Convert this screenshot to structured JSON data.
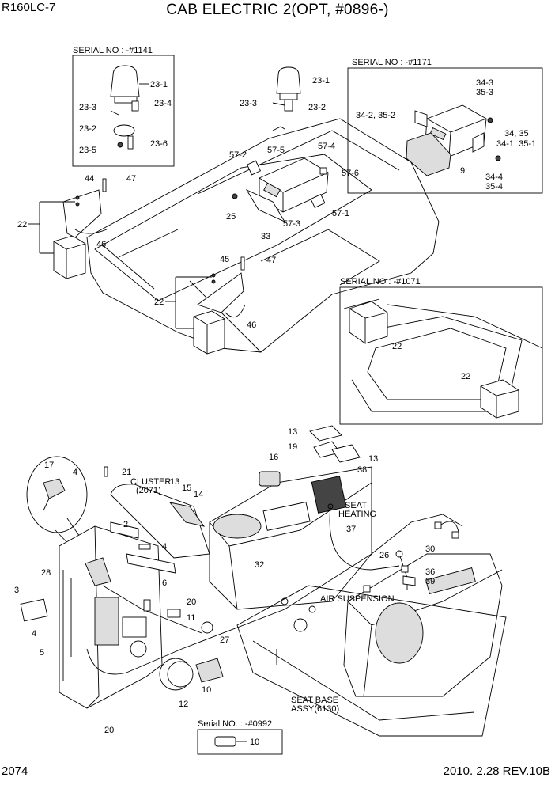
{
  "header": {
    "model": "R160LC-7",
    "title": "CAB ELECTRIC 2(OPT, #0896-)"
  },
  "footer": {
    "page": "2074",
    "date_rev": "2010. 2.28  REV.10B"
  },
  "inset_boxes": {
    "beacon_serial": "SERIAL NO : -#1141",
    "radio_serial": "SERIAL NO : -#1171",
    "lamp_serial": "SERIAL NO : -#1071",
    "lighter_serial": "Serial NO. : -#0992"
  },
  "notes": {
    "cluster": "CLUSTER",
    "cluster_ref": "(2071)",
    "seat_heating_1": "SEAT",
    "seat_heating_2": "HEATING",
    "air_suspension": "AIR SUSPENSION",
    "seat_base_1": "SEAT BASE",
    "seat_base_2": "ASSY(6130)"
  },
  "callouts": [
    "23-1",
    "23-3",
    "23-4",
    "23-2",
    "23-5",
    "23-6",
    "23-1",
    "23-3",
    "23-2",
    "34-3",
    "35-3",
    "34-2, 35-2",
    "34, 35",
    "34-1, 35-1",
    "9",
    "34-4",
    "35-4",
    "57-2",
    "57-5",
    "57-4",
    "57-6",
    "25",
    "33",
    "57-3",
    "57-1",
    "44",
    "47",
    "22",
    "46",
    "45",
    "47",
    "22",
    "46",
    "22",
    "22",
    "13",
    "19",
    "16",
    "13",
    "38",
    "17",
    "4",
    "21",
    "CLUSTER",
    "13",
    "15",
    "14",
    "2",
    "4",
    "28",
    "6",
    "3",
    "20",
    "4",
    "11",
    "5",
    "27",
    "12",
    "10",
    "20",
    "32",
    "37",
    "26",
    "30",
    "36",
    "39",
    "10"
  ]
}
